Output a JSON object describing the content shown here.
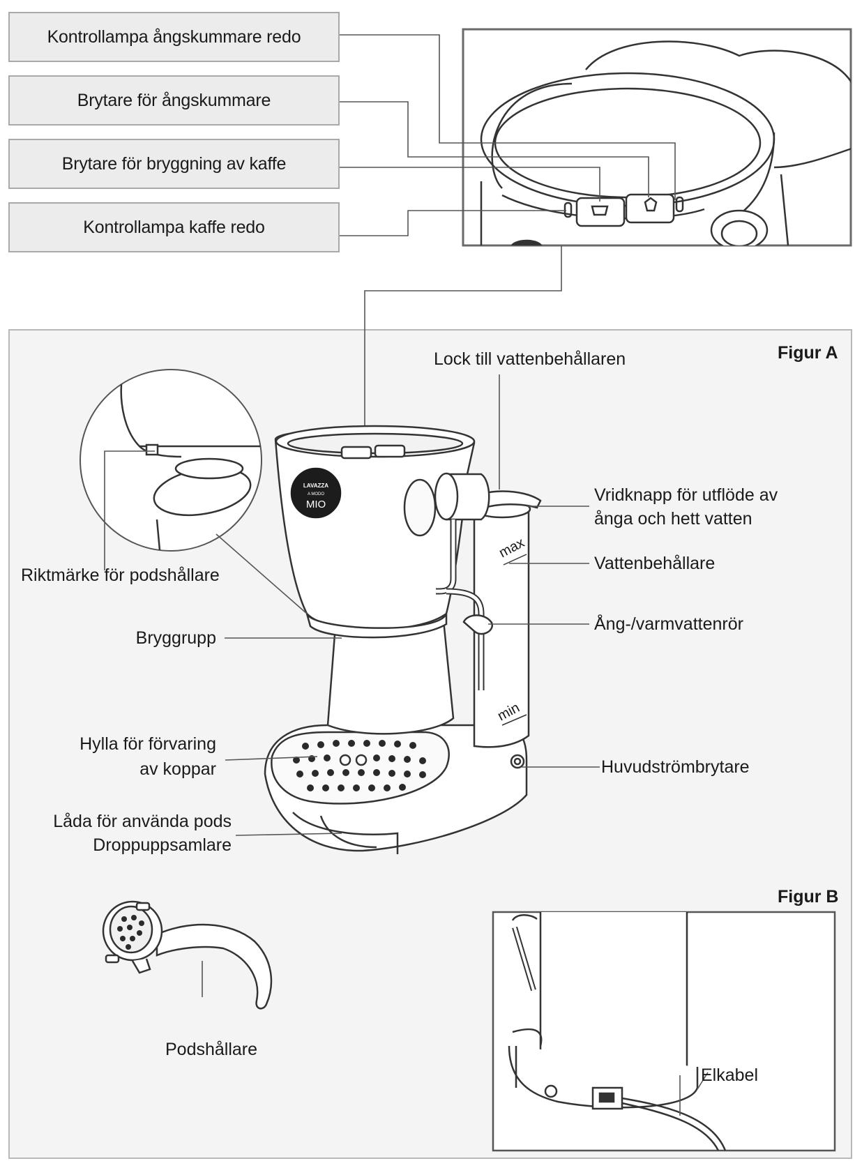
{
  "top_labels": {
    "steam_ready_lamp": "Kontrollampa ångskummare redo",
    "steam_switch": "Brytare för ångskummare",
    "brew_switch": "Brytare för bryggning av kaffe",
    "coffee_ready_lamp": "Kontrollampa kaffe redo"
  },
  "figure_a": {
    "title": "Figur A",
    "labels": {
      "tank_lid": "Lock till vattenbehållaren",
      "steam_knob_line1": "Vridknapp för utflöde av",
      "steam_knob_line2": "ånga och hett vatten",
      "water_tank": "Vattenbehållare",
      "steam_pipe": "Ång-/varmvattenrör",
      "main_switch": "Huvudströmbrytare",
      "pod_holder_mark": "Riktmärke för podshållare",
      "brew_group": "Bryggrupp",
      "cup_shelf_line1": "Hylla för förvaring",
      "cup_shelf_line2": "av koppar",
      "pod_drawer_line1": "Låda för använda pods",
      "pod_drawer_line2": "Droppuppsamlare",
      "pod_holder": "Podshållare"
    },
    "tank_marks": {
      "max": "max",
      "min": "min"
    },
    "logo": {
      "brand": "LAVAZZA",
      "sub": "A MODO",
      "model": "MIO"
    }
  },
  "figure_b": {
    "title": "Figur B",
    "labels": {
      "power_cable": "Elkabel"
    }
  }
}
